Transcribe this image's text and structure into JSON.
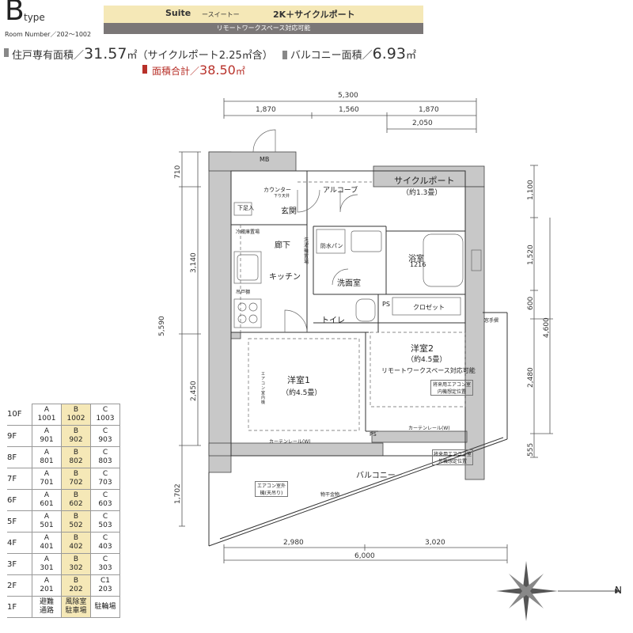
{
  "header": {
    "type_letter": "B",
    "type_word": "type",
    "room_number": "Room Number／202～1002",
    "suite": "Suite",
    "suite_sub": "ースイートー",
    "plan_type": "2K＋サイクルポート",
    "remote": "リモートワークスペース対応可能"
  },
  "areas": {
    "private_label": "住戸専有面積／",
    "private_value": "31.57",
    "private_unit": "㎡",
    "private_note": "（サイクルポート2.25㎡含）",
    "balcony_label": "バルコニー面積／",
    "balcony_value": "6.93",
    "balcony_unit": "㎡",
    "total_label": "面積合計／",
    "total_value": "38.50",
    "total_unit": "㎡"
  },
  "dimensions": {
    "top_total": "5,300",
    "top_a": "1,870",
    "top_b": "1,560",
    "top_c": "1,870",
    "top_d": "2,050",
    "bottom_a": "2,980",
    "bottom_b": "3,020",
    "bottom_total": "6,000",
    "left_a": "710",
    "left_b": "3,140",
    "left_total": "5,590",
    "left_c": "2,450",
    "left_d": "1,702",
    "right_a": "1,100",
    "right_b": "1,520",
    "right_c": "600",
    "right_total": "4,600",
    "right_d": "2,480",
    "right_e": "555"
  },
  "rooms": {
    "mb": "MB",
    "counter": "カウンター",
    "shita_tenjo": "下り天井",
    "alcove": "アルコーブ",
    "cycle_port": "サイクルポート",
    "cycle_size": "（約1.3畳）",
    "shitabako": "下足入",
    "genkan": "玄関",
    "fridge": "冷蔵庫置場",
    "rouka": "廊下",
    "sentakuki": "洗濯機置場",
    "bousui_pan": "防水パン",
    "yokushitsu": "浴室",
    "bath_size": "1216",
    "kitchen": "キッチン",
    "senmenjo": "洗面室",
    "tsuritana": "吊戸棚",
    "ps": "PS",
    "closet": "クロゼット",
    "toilet": "トイレ",
    "ps2": "PS",
    "yoshitsu1": "洋室1",
    "yoshitsu1_size": "（約4.5畳）",
    "yoshitsu2": "洋室2",
    "yoshitsu2_size": "（約4.5畳）",
    "remote_work": "リモートワークスペース対応可能",
    "aircon_plan": "将来用エアコン室内機想定位置",
    "aircon_unit": "エアコン室内機",
    "curtain_w": "カーテンレール(W)",
    "curtain_rail": "カーテンレール(W)",
    "mado": "窓手摺",
    "balcony": "バルコニー",
    "aircon_outdoor": "エアコン室外機(天吊り)",
    "monohoshi": "物干金物",
    "outdoor_future": "将来用エアコン室外機想定位置"
  },
  "floor_table": {
    "rows": [
      {
        "floor": "10F",
        "cells": [
          [
            "A",
            "1001"
          ],
          [
            "B",
            "1002"
          ],
          [
            "C",
            "1003"
          ]
        ]
      },
      {
        "floor": "9F",
        "cells": [
          [
            "A",
            "901"
          ],
          [
            "B",
            "902"
          ],
          [
            "C",
            "903"
          ]
        ]
      },
      {
        "floor": "8F",
        "cells": [
          [
            "A",
            "801"
          ],
          [
            "B",
            "802"
          ],
          [
            "C",
            "803"
          ]
        ]
      },
      {
        "floor": "7F",
        "cells": [
          [
            "A",
            "701"
          ],
          [
            "B",
            "702"
          ],
          [
            "C",
            "703"
          ]
        ]
      },
      {
        "floor": "6F",
        "cells": [
          [
            "A",
            "601"
          ],
          [
            "B",
            "602"
          ],
          [
            "C",
            "603"
          ]
        ]
      },
      {
        "floor": "5F",
        "cells": [
          [
            "A",
            "501"
          ],
          [
            "B",
            "502"
          ],
          [
            "C",
            "503"
          ]
        ]
      },
      {
        "floor": "4F",
        "cells": [
          [
            "A",
            "401"
          ],
          [
            "B",
            "402"
          ],
          [
            "C",
            "403"
          ]
        ]
      },
      {
        "floor": "3F",
        "cells": [
          [
            "A",
            "301"
          ],
          [
            "B",
            "302"
          ],
          [
            "C",
            "303"
          ]
        ]
      },
      {
        "floor": "2F",
        "cells": [
          [
            "A",
            "201"
          ],
          [
            "B",
            "202"
          ],
          [
            "C1",
            "203"
          ]
        ]
      },
      {
        "floor": "1F",
        "cells": [
          [
            "避難",
            "通路"
          ],
          [
            "風除室",
            "駐車場"
          ],
          [
            "駐輪場",
            ""
          ]
        ]
      }
    ]
  },
  "compass": {
    "north": "N"
  },
  "colors": {
    "highlight": "#f5e8b7",
    "header_bar": "#7b7777",
    "accent_red": "#b8312a",
    "wall": "#c8c8c8"
  }
}
